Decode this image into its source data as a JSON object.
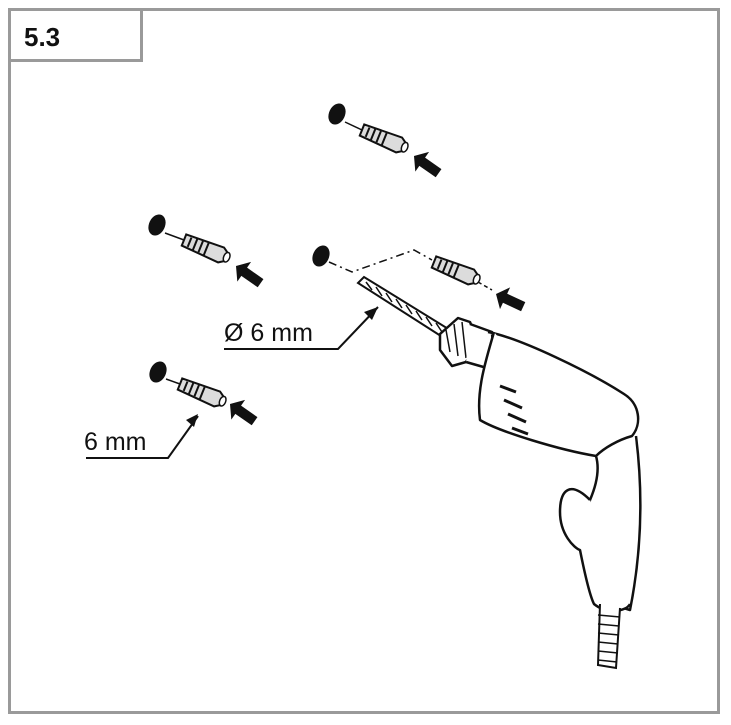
{
  "step": {
    "number": "5.3"
  },
  "labels": {
    "drill_diameter": "Ø 6 mm",
    "plug_depth": "6 mm"
  }
}
